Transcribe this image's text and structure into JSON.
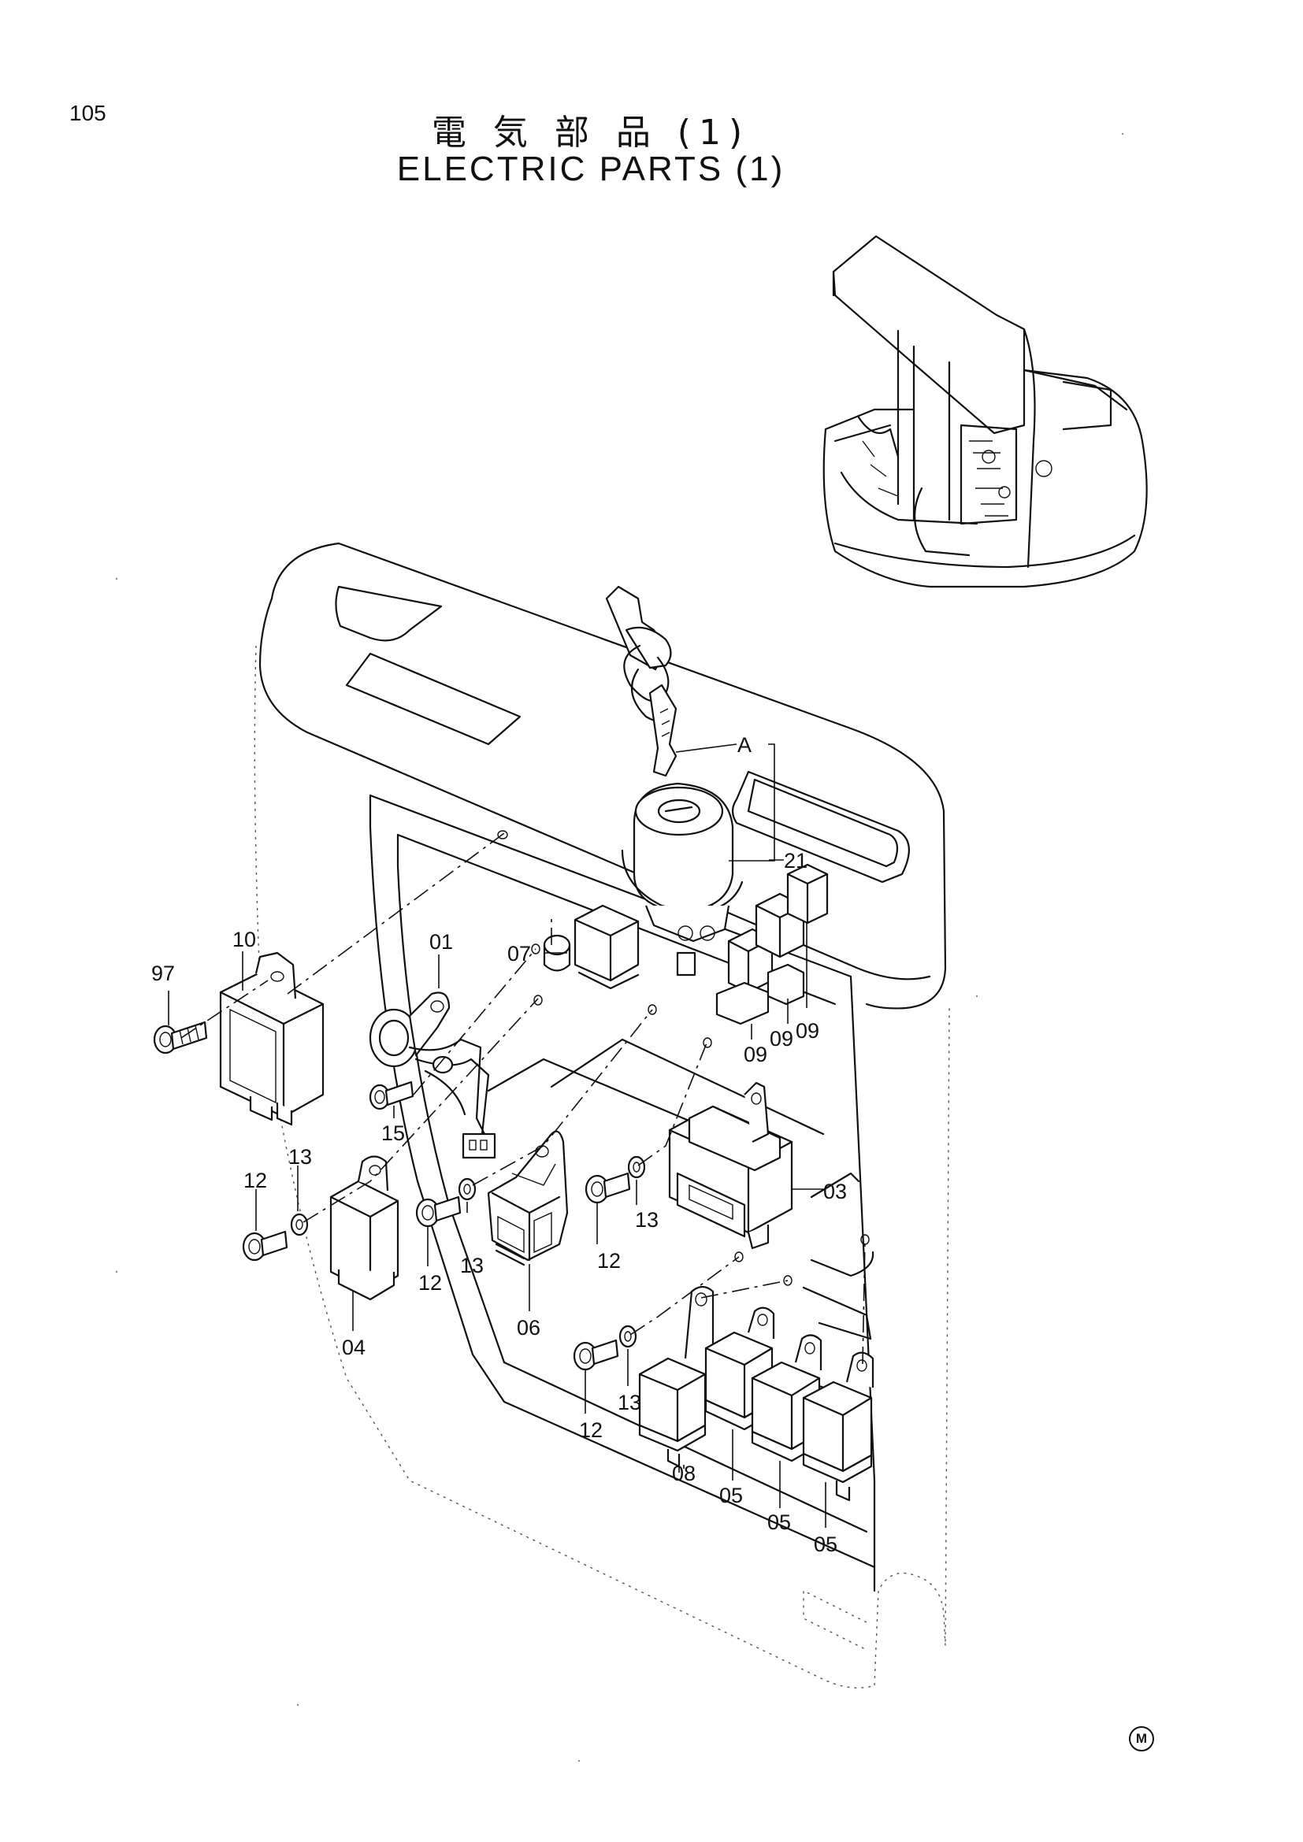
{
  "page": {
    "number": "105",
    "title_jp": "電 気 部 品 (1)",
    "title_en": "ELECTRIC PARTS (1)",
    "mark": "M"
  },
  "callouts": {
    "a": "A",
    "c21": "21",
    "c10": "10",
    "c97": "97",
    "c01": "01",
    "c07": "07",
    "c09a": "09",
    "c09b": "09",
    "c09c": "09",
    "c15": "15",
    "c03": "03",
    "c13a": "13",
    "c12a": "12",
    "c13b": "13",
    "c12b": "12",
    "c13c": "13",
    "c12c": "12",
    "c04": "04",
    "c06": "06",
    "c12d": "12",
    "c13d": "13",
    "c08": "08",
    "c05a": "05",
    "c05b": "05",
    "c05c": "05"
  }
}
